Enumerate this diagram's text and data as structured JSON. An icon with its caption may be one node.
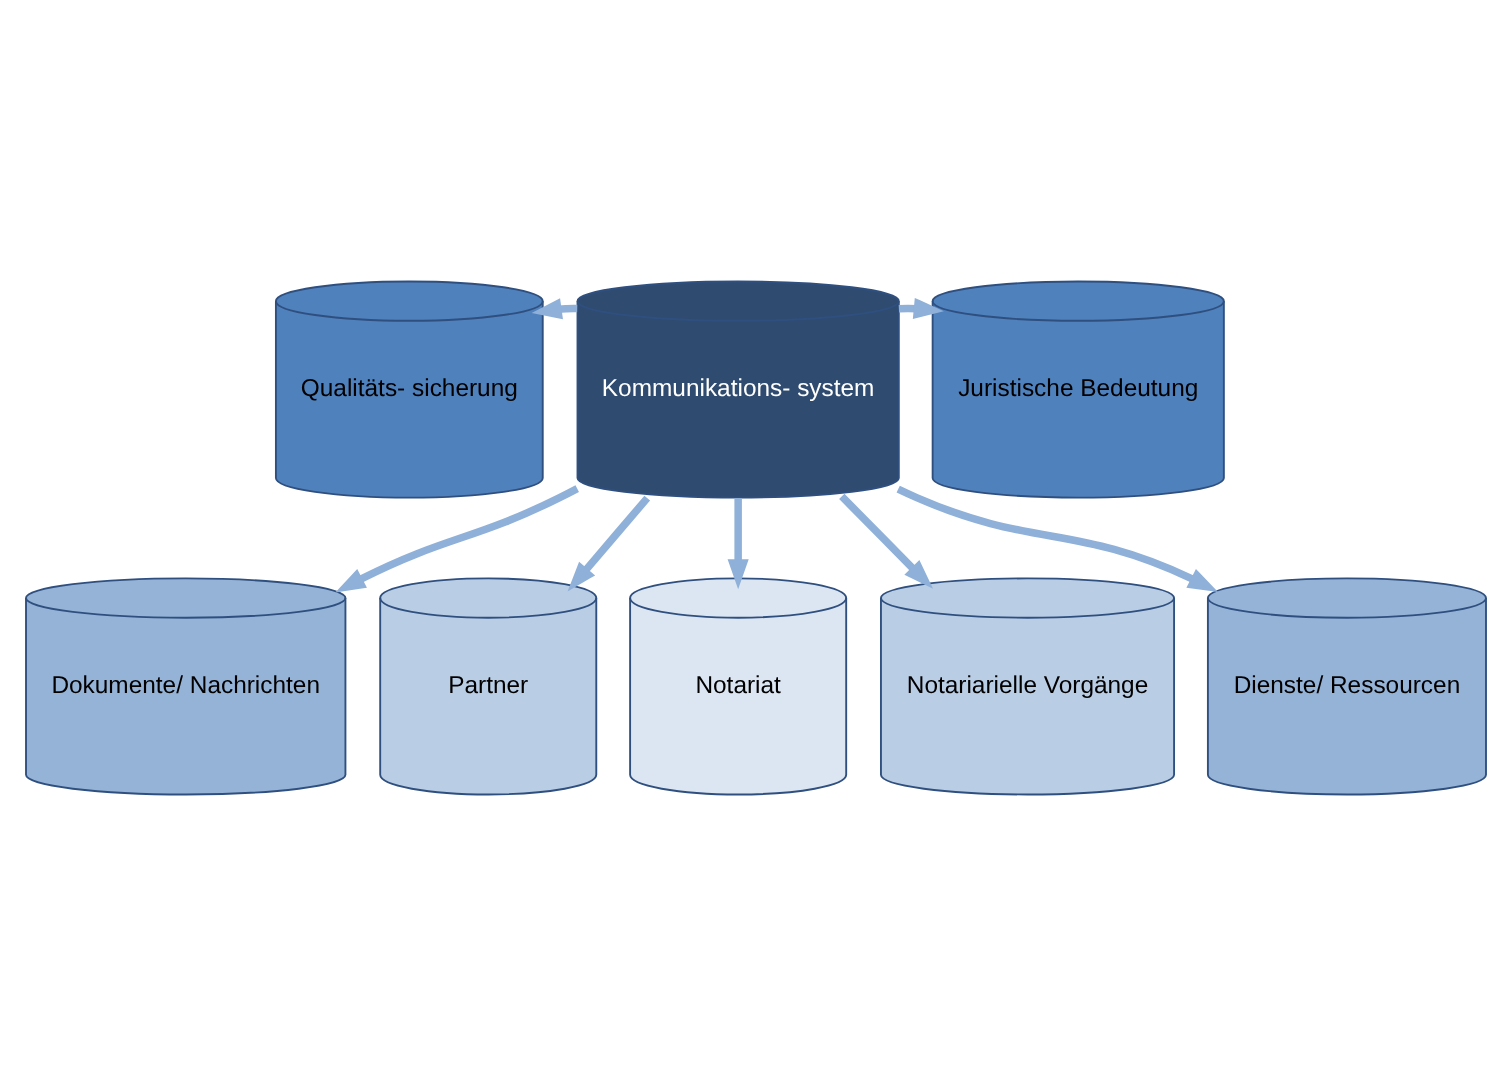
{
  "diagram": {
    "nodes": [
      {
        "text": [
          "Kommunikations- system"
        ]
      },
      {
        "text": [
          "Qualitäts- sicherung"
        ]
      },
      {
        "text": [
          "Juristische Bedeutung"
        ]
      },
      {
        "text": [
          "Dokumente/ Nachrichten"
        ]
      },
      {
        "text": [
          "Dienste/ Ressourcen"
        ]
      },
      {
        "text": [
          "Partner"
        ]
      },
      {
        "text": [
          "Notariat"
        ]
      },
      {
        "text": [
          "Notariarielle Vorgänge"
        ]
      }
    ],
    "edges": [
      {
        "from": 0,
        "to": 1,
        "arrow": "to"
      },
      {
        "from": 0,
        "to": 2,
        "arrow": "to"
      },
      {
        "from": 0,
        "to": 3,
        "arrow": "to"
      },
      {
        "from": 0,
        "to": 4,
        "arrow": "to"
      },
      {
        "from": 0,
        "to": 5,
        "arrow": "to"
      },
      {
        "from": 0,
        "to": 6,
        "arrow": "to"
      },
      {
        "from": 0,
        "to": 7,
        "arrow": "to"
      }
    ]
  }
}
